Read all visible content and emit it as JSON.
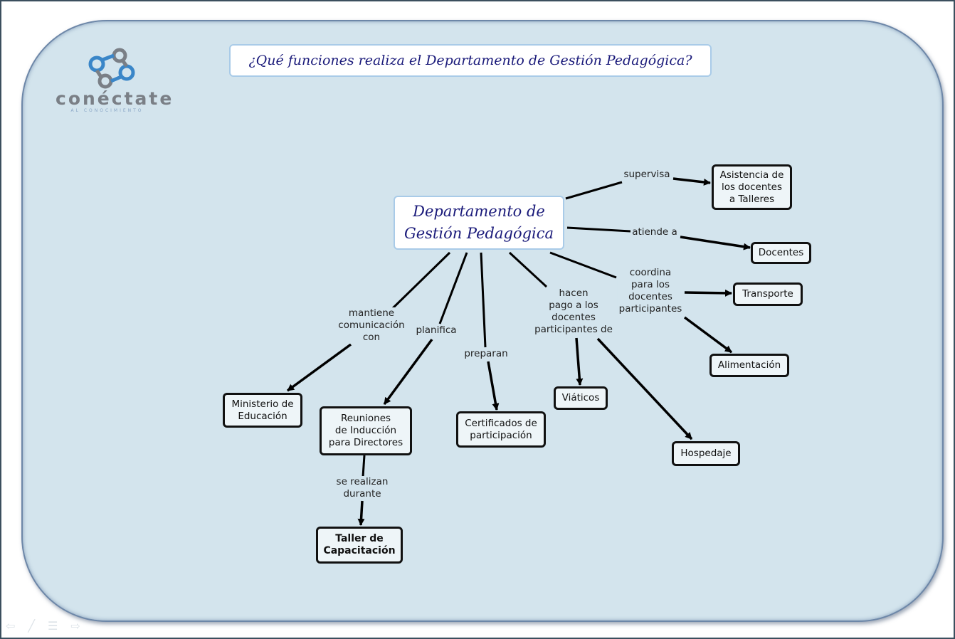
{
  "title": "¿Qué funciones realiza el Departamento de Gestión Pedagógica?",
  "logo": {
    "name": "conéctate",
    "tagline": "AL CONOCIMIENTO"
  },
  "root": {
    "label": "Departamento de\nGestión Pedagógica"
  },
  "nodes": [
    {
      "id": "asistencia",
      "label": "Asistencia de\nlos docentes\na Talleres"
    },
    {
      "id": "docentes",
      "label": "Docentes"
    },
    {
      "id": "transporte",
      "label": "Transporte"
    },
    {
      "id": "alimentacion",
      "label": "Alimentación"
    },
    {
      "id": "ministerio",
      "label": "Ministerio de\nEducación"
    },
    {
      "id": "reuniones",
      "label": "Reuniones\nde Inducción\npara Directores"
    },
    {
      "id": "certificados",
      "label": "Certificados de\nparticipación"
    },
    {
      "id": "viaticos",
      "label": "Viáticos"
    },
    {
      "id": "hospedaje",
      "label": "Hospedaje"
    },
    {
      "id": "taller",
      "label": "Taller de\nCapacitación"
    }
  ],
  "links": [
    {
      "id": "supervisa",
      "label": "supervisa"
    },
    {
      "id": "atiende",
      "label": "atiende a"
    },
    {
      "id": "coordina",
      "label": "coordina\npara los\ndocentes\nparticipantes"
    },
    {
      "id": "hacen",
      "label": "hacen\npago a los\ndocentes\nparticipantes de"
    },
    {
      "id": "preparan",
      "label": "preparan"
    },
    {
      "id": "planifica",
      "label": "planifica"
    },
    {
      "id": "mantiene",
      "label": "mantiene\ncomunicación\ncon"
    },
    {
      "id": "serealizan",
      "label": "se realizan\ndurante"
    }
  ],
  "controls": [
    {
      "icon": "back-arrow-icon",
      "glyph": "⇦"
    },
    {
      "icon": "pen-icon",
      "glyph": "╱"
    },
    {
      "icon": "menu-icon",
      "glyph": "☰"
    },
    {
      "icon": "forward-arrow-icon",
      "glyph": "⇨"
    }
  ]
}
